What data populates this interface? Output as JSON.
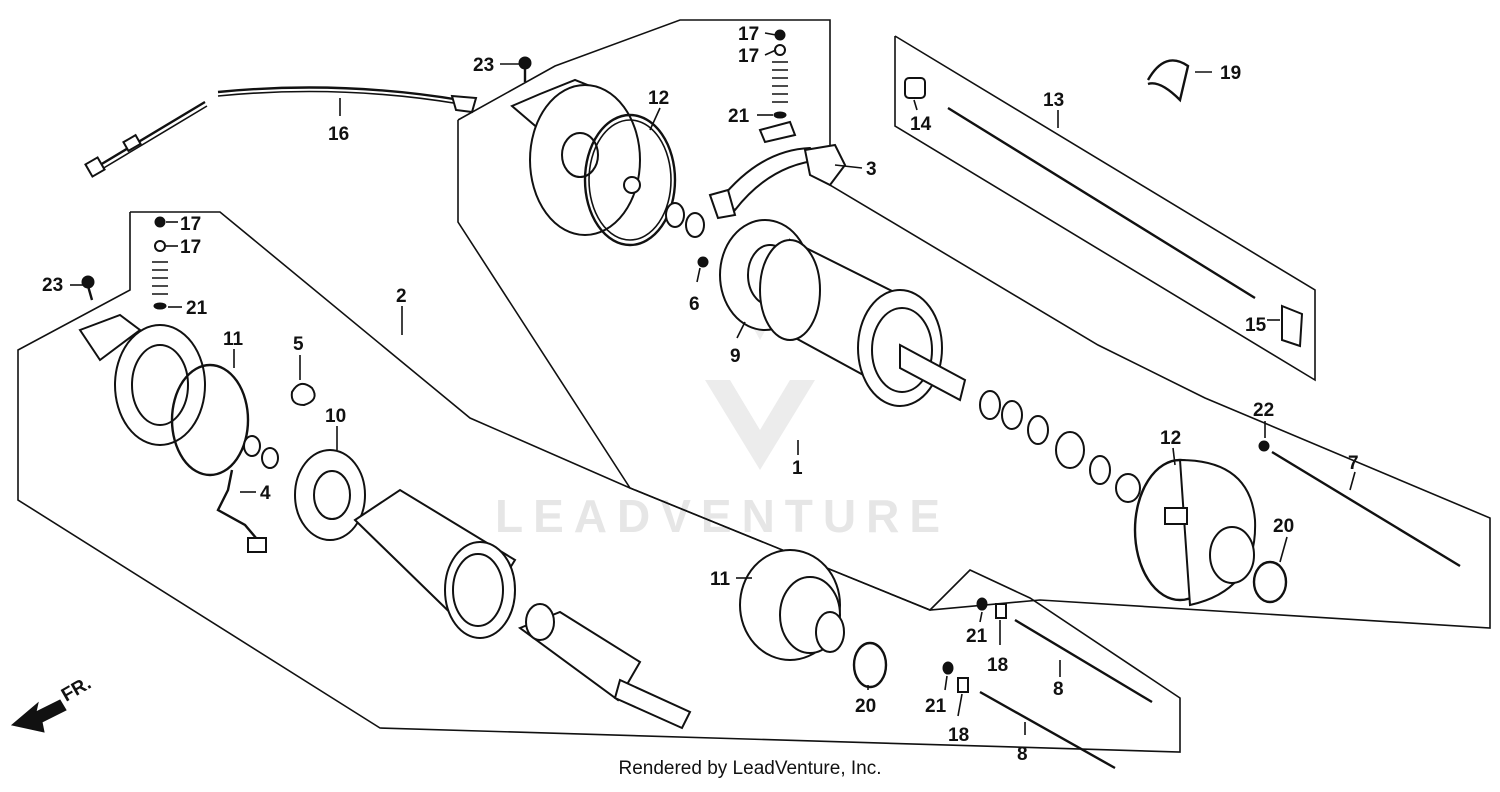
{
  "watermark": "LEADVENTURE",
  "credit": "Rendered by LeadVenture, Inc.",
  "direction_label": "FR.",
  "callouts": {
    "c1": "1",
    "c2": "2",
    "c3": "3",
    "c4": "4",
    "c5": "5",
    "c6": "6",
    "c7": "7",
    "c8a": "8",
    "c8b": "8",
    "c9": "9",
    "c10": "10",
    "c11a": "11",
    "c11b": "11",
    "c12a": "12",
    "c12b": "12",
    "c13": "13",
    "c14": "14",
    "c15": "15",
    "c16": "16",
    "c17a": "17",
    "c17b": "17",
    "c17c": "17",
    "c17d": "17",
    "c18a": "18",
    "c18b": "18",
    "c19": "19",
    "c20a": "20",
    "c20b": "20",
    "c21a": "21",
    "c21b": "21",
    "c21c": "21",
    "c21d": "21",
    "c22": "22",
    "c23a": "23",
    "c23b": "23"
  }
}
